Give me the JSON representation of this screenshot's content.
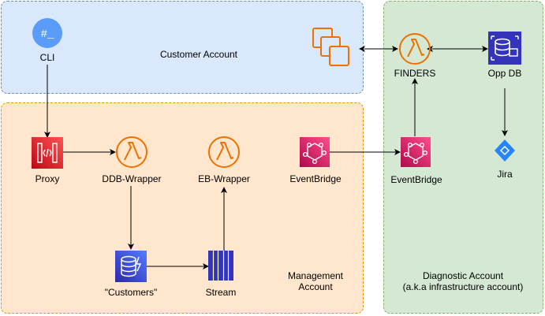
{
  "regions": {
    "customer": {
      "label": "Customer Account",
      "fill": "#dae8fc",
      "stroke": "#6c8ebf"
    },
    "management": {
      "label_line1": "Management",
      "label_line2": "Account",
      "fill": "#ffe6cc",
      "stroke": "#d79b00"
    },
    "diagnostic": {
      "label_line1": "Diagnostic Account",
      "label_line2": "(a.k.a infrastructure account)",
      "fill": "#d5e8d4",
      "stroke": "#82b366"
    }
  },
  "nodes": {
    "cli": {
      "label": "CLI",
      "icon": "terminal-icon",
      "glyph": "#_"
    },
    "multi_account": {
      "icon": "multiple-instances-icon"
    },
    "finders": {
      "label": "FINDERS",
      "icon": "lambda-icon"
    },
    "opp_db": {
      "label": "Opp DB",
      "icon": "database-icon"
    },
    "proxy": {
      "label": "Proxy",
      "icon": "api-gateway-icon"
    },
    "ddb_wrapper": {
      "label": "DDB-Wrapper",
      "icon": "lambda-icon"
    },
    "eb_wrapper": {
      "label": "EB-Wrapper",
      "icon": "lambda-icon"
    },
    "eventbridge_mgmt": {
      "label": "EventBridge",
      "icon": "eventbridge-icon"
    },
    "eventbridge_diag": {
      "label": "EventBridge",
      "icon": "eventbridge-icon"
    },
    "jira": {
      "label": "Jira",
      "icon": "jira-icon"
    },
    "customers_table": {
      "label": "\"Customers\"",
      "icon": "dynamodb-icon"
    },
    "stream": {
      "label": "Stream",
      "icon": "kinesis-stream-icon"
    }
  },
  "colors": {
    "lambda_orange": "#ed7100",
    "proxy_red": "#d6242d",
    "eventbridge_pink": "#e7157b",
    "dynamodb_blue": "#3334b9",
    "jira_blue": "#2684ff",
    "cli_blue": "#5a9cf8"
  }
}
